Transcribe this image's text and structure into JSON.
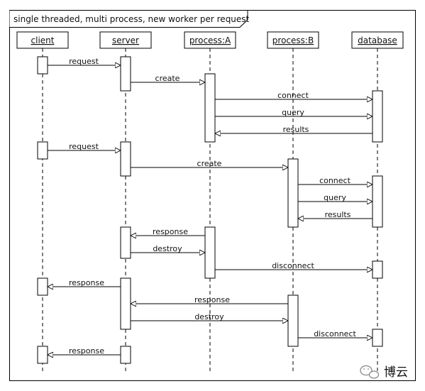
{
  "frame": {
    "title": "single threaded, multi process, new worker per request"
  },
  "participants": [
    {
      "id": "client",
      "label": "client"
    },
    {
      "id": "server",
      "label": "server"
    },
    {
      "id": "processA",
      "label": "process:A"
    },
    {
      "id": "processB",
      "label": "process:B"
    },
    {
      "id": "database",
      "label": "database"
    }
  ],
  "messages": [
    {
      "from": "client",
      "to": "server",
      "label": "request"
    },
    {
      "from": "server",
      "to": "processA",
      "label": "create"
    },
    {
      "from": "processA",
      "to": "database",
      "label": "connect"
    },
    {
      "from": "processA",
      "to": "database",
      "label": "query"
    },
    {
      "from": "database",
      "to": "processA",
      "label": "results"
    },
    {
      "from": "client",
      "to": "server",
      "label": "request"
    },
    {
      "from": "server",
      "to": "processB",
      "label": "create"
    },
    {
      "from": "processB",
      "to": "database",
      "label": "connect"
    },
    {
      "from": "processB",
      "to": "database",
      "label": "query"
    },
    {
      "from": "database",
      "to": "processB",
      "label": "results"
    },
    {
      "from": "processA",
      "to": "server",
      "label": "response"
    },
    {
      "from": "server",
      "to": "processA",
      "label": "destroy"
    },
    {
      "from": "processA",
      "to": "database",
      "label": "disconnect"
    },
    {
      "from": "server",
      "to": "client",
      "label": "response"
    },
    {
      "from": "processB",
      "to": "server",
      "label": "response"
    },
    {
      "from": "server",
      "to": "processB",
      "label": "destroy"
    },
    {
      "from": "processB",
      "to": "database",
      "label": "disconnect"
    },
    {
      "from": "server",
      "to": "client",
      "label": "response"
    }
  ],
  "watermark": {
    "icon": "wechat-icon",
    "text": "博云"
  }
}
